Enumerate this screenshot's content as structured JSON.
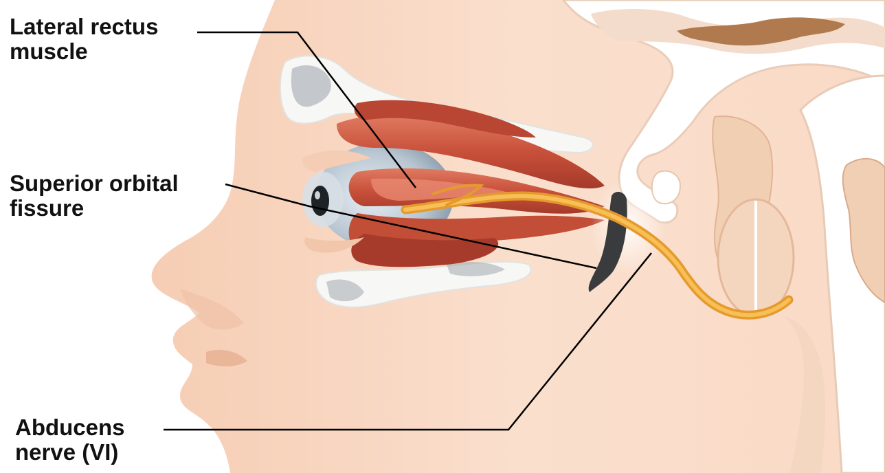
{
  "labels": {
    "lateral_rectus": {
      "line1": "Lateral rectus",
      "line2": "muscle"
    },
    "superior_orbital": {
      "line1": "Superior orbital",
      "line2": "fissure"
    },
    "abducens": {
      "line1": "Abducens",
      "line2": "nerve (VI)"
    }
  },
  "colors": {
    "skin": "#f9dcc8",
    "skin_shadow": "#eebfa4",
    "muscle": "#c9523d",
    "muscle_light": "#e8826a",
    "nerve": "#f2a93b",
    "bone": "#f5f5f5",
    "eye": "#b9c7d3",
    "label_text": "#111111",
    "leader_line": "#000000"
  }
}
